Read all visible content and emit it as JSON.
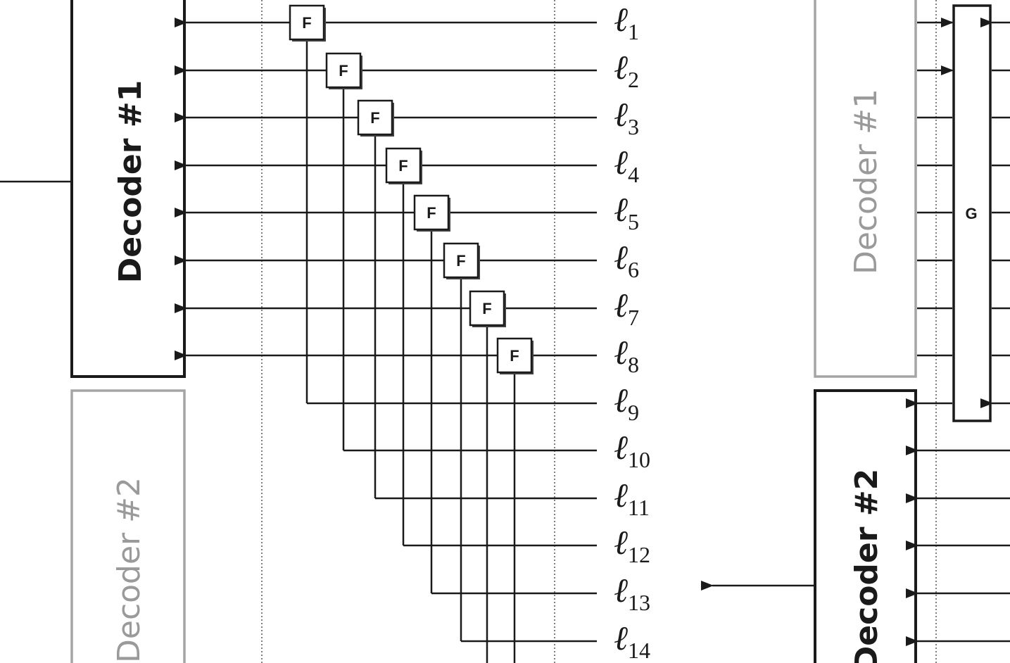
{
  "left_panel": {
    "decoder1_label": "Decoder #1",
    "decoder2_label": "Decoder #2",
    "f_node_label": "F",
    "llr_symbol": "ℓ",
    "llr_indices": [
      "1",
      "2",
      "3",
      "4",
      "5",
      "6",
      "7",
      "8",
      "9",
      "10",
      "11",
      "12",
      "13",
      "14"
    ]
  },
  "right_panel": {
    "decoder1_label": "Decoder #1",
    "decoder2_label": "Decoder #2",
    "g_node_label": "G"
  },
  "colors": {
    "ink": "#1a1a1a",
    "faded": "#9a9a9a",
    "dotted": "#555555"
  }
}
